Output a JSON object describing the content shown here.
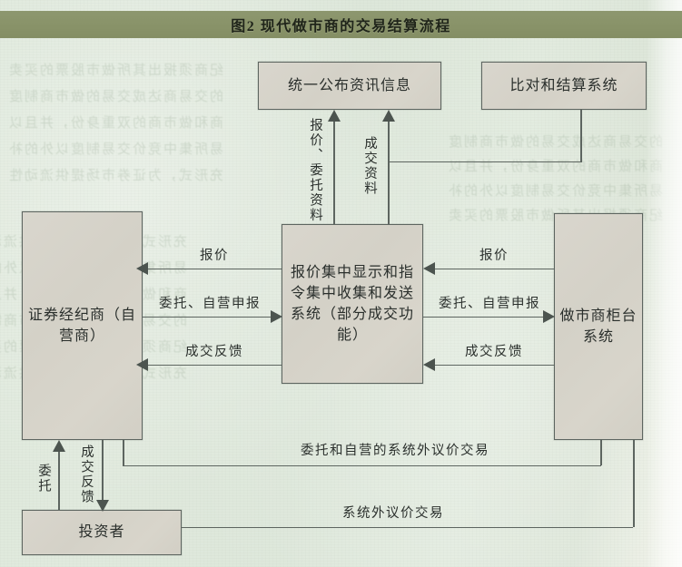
{
  "figure": {
    "title": "图2  现代做市商的交易结算流程",
    "title_bar_color": "#899369",
    "page_background_color": "#dfe9dc",
    "node_fill_color": "#d6d3ca",
    "line_color": "#5d6560",
    "text_color": "#2a2f2c"
  },
  "nodes": {
    "info_publish": "统一公布资讯信息",
    "clearing_system": "比对和结算系统",
    "central_system": "报价集中显示和指令集中收集和发送系统（部分成交功能）",
    "broker": "证券经纪商（自营商）",
    "market_maker": "做市商柜台系统",
    "investor": "投资者"
  },
  "edges": {
    "quote_entrust_data": "报价、委托资料",
    "trade_data": "成交资料",
    "left_quote": "报价",
    "left_entrust_proprietary": "委托、自营申报",
    "left_trade_feedback": "成交反馈",
    "right_quote": "报价",
    "right_entrust_proprietary": "委托、自营申报",
    "right_trade_feedback": "成交反馈",
    "investor_entrust": "委托",
    "investor_trade_feedback": "成交反馈",
    "otc_broker_proprietary": "委托和自营的系统外议价交易",
    "otc_negotiated": "系统外议价交易"
  },
  "ghost_text": {
    "rows": [
      "纪商须报出其所做市股票的买卖",
      "的交易商达成交易的做市商制度",
      "商和做市商的双重身份，并且以",
      "易所集中竞价交易制度以外的补",
      "充形式，为证券市场提供流动性"
    ]
  }
}
